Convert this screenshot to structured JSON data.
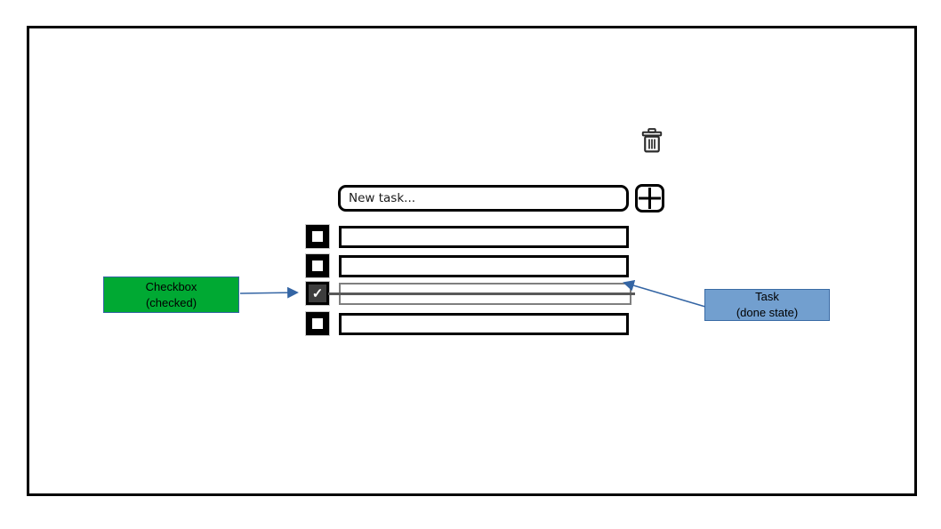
{
  "icons": {
    "trash": "trash-icon",
    "plus": "plus-icon",
    "check": "✓"
  },
  "new_task_input": {
    "placeholder": "New task..."
  },
  "tasks": [
    {
      "label": "",
      "checked": false,
      "done": false
    },
    {
      "label": "",
      "checked": false,
      "done": false
    },
    {
      "label": "",
      "checked": true,
      "done": true
    },
    {
      "label": "",
      "checked": false,
      "done": false
    }
  ],
  "annotations": [
    {
      "line1": "Checkbox",
      "line2": "(checked)",
      "fill": "#00A933",
      "target": "checked-checkbox"
    },
    {
      "line1": "Task",
      "line2": "(done state)",
      "fill": "#729FCF",
      "target": "done-task-row"
    }
  ],
  "colors": {
    "frame_border": "#000000",
    "done_task_border": "#7f7f7f",
    "strikethrough": "#595959",
    "checked_checkbox_fill": "#3d3d3d",
    "arrow": "#3465A4",
    "annotation_green": "#00A933",
    "annotation_blue": "#729FCF"
  }
}
